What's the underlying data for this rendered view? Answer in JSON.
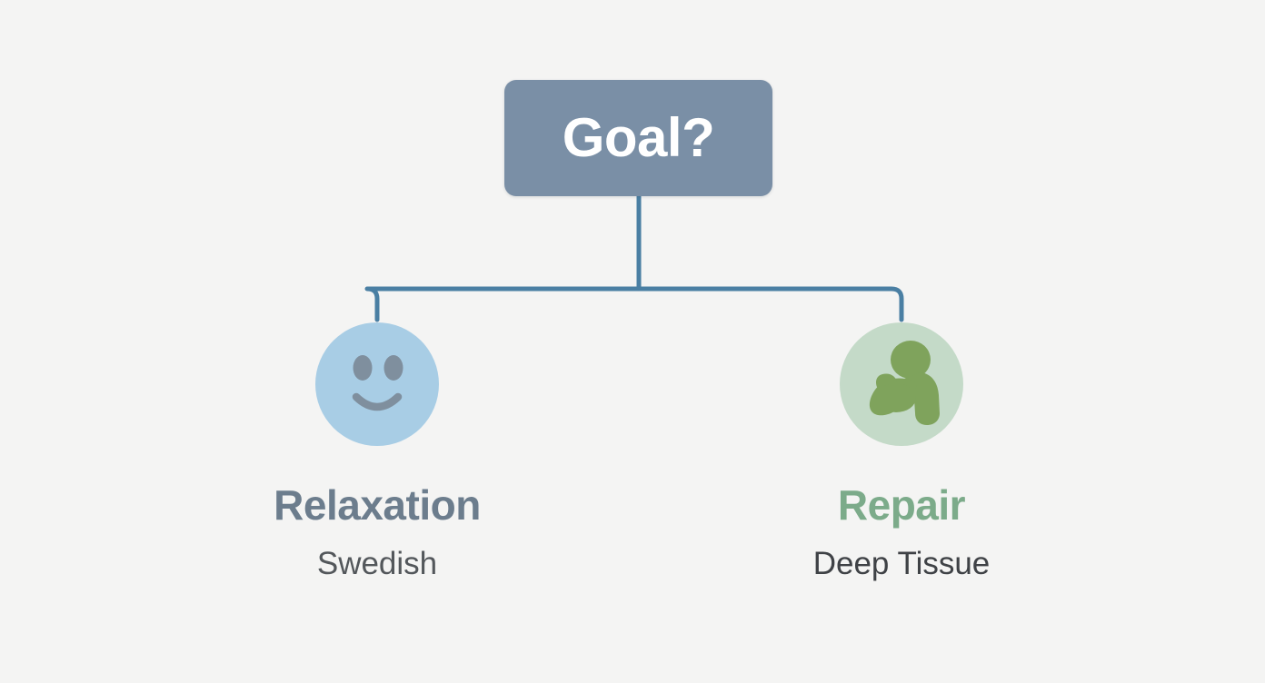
{
  "diagram": {
    "type": "decision-tree",
    "background_color": "#f4f4f3",
    "root": {
      "label": "Goal?",
      "box_color": "#7a8fa6",
      "text_color": "#ffffff"
    },
    "connector": {
      "color": "#4a7fa3",
      "style": "elbow"
    },
    "branches": [
      {
        "id": "relaxation",
        "icon_name": "smiley-face-icon",
        "circle_color": "#a8cde5",
        "icon_color": "#7f8f9e",
        "title": "Relaxation",
        "title_color": "#6c7d8d",
        "subtitle": "Swedish",
        "subtitle_color": "#53575b"
      },
      {
        "id": "repair",
        "icon_name": "flexed-bicep-icon",
        "circle_color": "#c4dac8",
        "icon_color": "#7fa35c",
        "title": "Repair",
        "title_color": "#7cab8a",
        "subtitle": "Deep Tissue",
        "subtitle_color": "#3f4246"
      }
    ]
  }
}
